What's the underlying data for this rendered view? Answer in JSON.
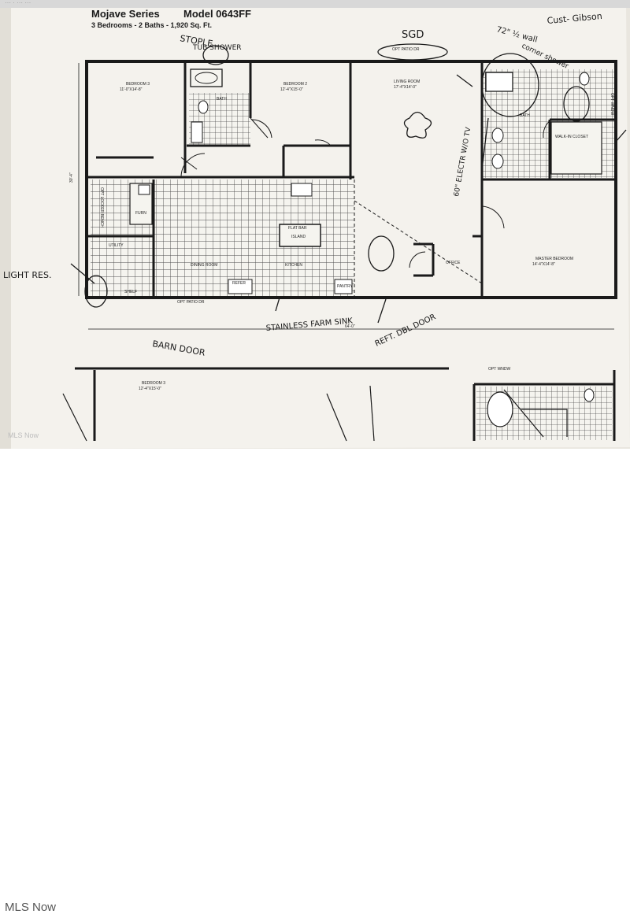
{
  "header": {
    "series": "Mojave Series",
    "model": "Model 0643FF",
    "specs": "3 Bedrooms - 2 Baths - 1,920 Sq. Ft."
  },
  "top_strip": {
    "text": "··· · ··· ···"
  },
  "rooms": {
    "bedroom3": "BEDROOM 3",
    "bedroom3_dim": "11'-0\"X14'-8\"",
    "bedroom2": "BEDROOM 2",
    "bedroom2_dim": "12'-4\"X15'-0\"",
    "bath_left": "BATH",
    "living": "LIVING ROOM",
    "living_dim": "17'-4\"X14'-0\"",
    "bath_right": "BATH",
    "walk_in": "WALK-IN CLOSET",
    "master": "MASTER BEDROOM",
    "master_dim": "14'-4\"X14'-8\"",
    "utility": "UTILITY",
    "dining": "DINING ROOM",
    "kitchen": "KITCHEN",
    "island": "ISLAND",
    "office": "OFFICE",
    "bedroom_lower": "BEDROOM 3",
    "bedroom_lower_dim": "12'-4\"X15'-0\"",
    "furn": "FURN"
  },
  "plan_labels": {
    "opt_patio_top": "OPT PATIO DR",
    "opt_patio_bottom": "OPT PATIO DR",
    "opt_window_right": "OPT WNDW",
    "opt_window_lower": "OPT WNDW",
    "locker_bench": "OPT LOCKER BENCH",
    "refer": "REFER",
    "pantry": "PANTRY",
    "shelf": "SHELF",
    "flat_bar": "FLAT BAR",
    "dim_width": "64'-0\"",
    "dim_depth": "30'-4\""
  },
  "handwritten": {
    "stoptle": "STOPLE",
    "tub_shower": "TUB SHOWER",
    "sgd": "SGD",
    "wall_72": "72\" ½ wall",
    "corner_shower": "corner shower",
    "cust": "Cust- Gibson",
    "fireplace_tv": "60\" ELECTR W/O TV",
    "light_res": "LIGHT RES.",
    "barn_door": "BARN DOOR",
    "farm_sink": "STAINLESS FARM SINK",
    "barn_door2": "REFT. DBL DOOR"
  },
  "watermarks": {
    "footer": "MLS Now",
    "small": "MLS Now"
  },
  "colors": {
    "paper": "#f4f2ed",
    "ink": "#1a1a1a",
    "grid": "#555555"
  }
}
